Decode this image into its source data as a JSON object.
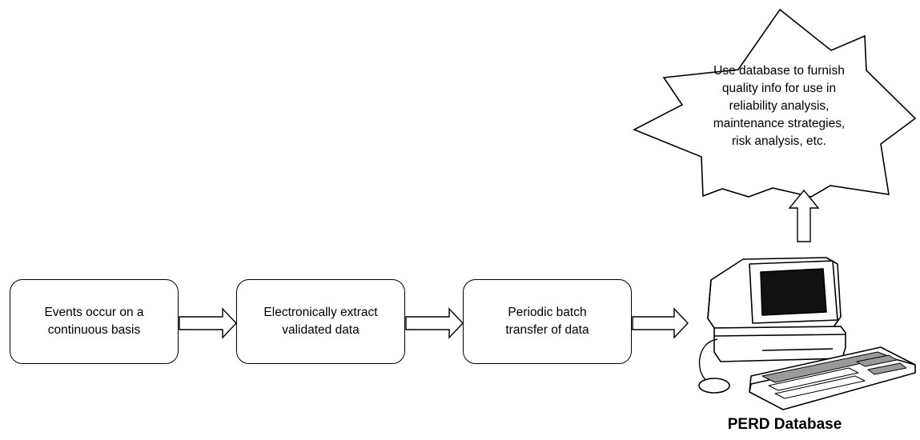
{
  "flow": {
    "step1": "Events occur on a\ncontinuous basis",
    "step2": "Electronically extract\nvalidated data",
    "step3": "Periodic batch\ntransfer of data"
  },
  "outcome": {
    "text": "Use database to furnish\nquality info for use in\nreliability analysis,\nmaintenance strategies,\nrisk analysis, etc."
  },
  "database": {
    "label": "PERD Database"
  },
  "icons": [
    "arrow-right-icon",
    "arrow-up-icon",
    "computer-icon"
  ]
}
